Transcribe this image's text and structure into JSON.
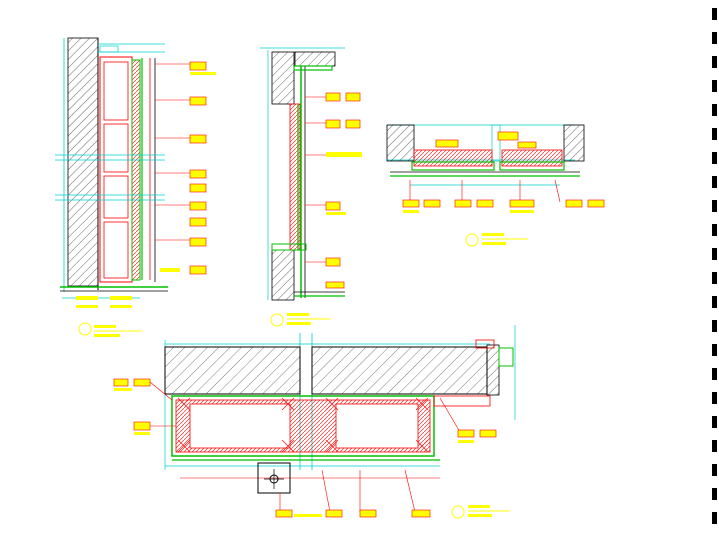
{
  "drawing": {
    "background": "#ffffff",
    "colors": {
      "hatch": "#000000",
      "wall_outline": "#000000",
      "dimension": "#00cfcf",
      "frame": "#ff0000",
      "board": "#00c000",
      "label_box": "#ffff00",
      "leader": "#ff0000",
      "title_text": "#ffff00"
    },
    "views": [
      {
        "name": "left-section"
      },
      {
        "name": "middle-section"
      },
      {
        "name": "upper-right-detail"
      },
      {
        "name": "bottom-plan"
      }
    ]
  }
}
